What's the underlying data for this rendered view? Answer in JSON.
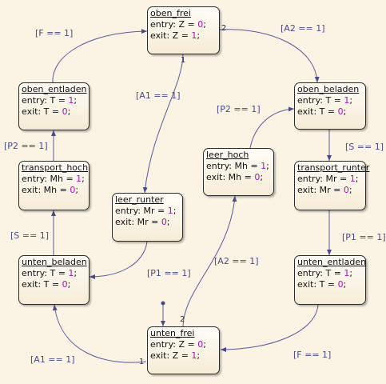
{
  "states": {
    "oben_frei": {
      "name": "oben_frei",
      "entry_pre": "entry: Z = ",
      "entry_val": "0",
      "exit_pre": "exit: Z = ",
      "exit_val": "1"
    },
    "oben_beladen": {
      "name": "oben_beladen",
      "entry_pre": "entry: T = ",
      "entry_val": "1",
      "exit_pre": "exit: T = ",
      "exit_val": "0"
    },
    "oben_entladen": {
      "name": "oben_entladen",
      "entry_pre": "entry: T = ",
      "entry_val": "1",
      "exit_pre": "exit: T = ",
      "exit_val": "0"
    },
    "transport_hoch": {
      "name": "transport_hoch",
      "entry_pre": "entry: Mh = ",
      "entry_val": "1",
      "exit_pre": "exit: Mh = ",
      "exit_val": "0"
    },
    "transport_runter": {
      "name": "transport_runter",
      "entry_pre": "entry: Mr = ",
      "entry_val": "1",
      "exit_pre": "exit: Mr = ",
      "exit_val": "0"
    },
    "leer_hoch": {
      "name": "leer_hoch",
      "entry_pre": "entry: Mh = ",
      "entry_val": "1",
      "exit_pre": "exit: Mh = ",
      "exit_val": "0"
    },
    "leer_runter": {
      "name": "leer_runter",
      "entry_pre": "entry: Mr = ",
      "entry_val": "1",
      "exit_pre": "exit: Mr = ",
      "exit_val": "0"
    },
    "unten_beladen": {
      "name": "unten_beladen",
      "entry_pre": "entry: T = ",
      "entry_val": "1",
      "exit_pre": "exit: T = ",
      "exit_val": "0"
    },
    "unten_entladen": {
      "name": "unten_entladen",
      "entry_pre": "entry: T = ",
      "entry_val": "1",
      "exit_pre": "exit: T = ",
      "exit_val": "0"
    },
    "unten_frei": {
      "name": "unten_frei",
      "entry_pre": "entry: Z = ",
      "entry_val": "0",
      "exit_pre": "exit: Z = ",
      "exit_val": "1"
    }
  },
  "separator": ";",
  "transitions": {
    "F_top": "[F == 1]",
    "A2_top": "[A2 == 1]",
    "A1_mid": "[A1 == 1]",
    "P2_right": "[P2 == 1]",
    "P2_left": "[P2 == 1]",
    "S_right": "[S == 1]",
    "S_left": "[S == 1]",
    "P1_right": "[P1 == 1]",
    "P1_mid": "[P1 == 1]",
    "A2_mid": "[A2 == 1]",
    "A1_bottom": "[A1 == 1]",
    "F_bottom": "[F == 1]"
  },
  "ports": {
    "oben_frei_right": "2",
    "oben_frei_bottom": "1",
    "unten_frei_top": "2",
    "unten_frei_left": "1"
  },
  "colors": {
    "background": "#fbf3e3",
    "wire": "#5a5a9a",
    "value": "#b010b0",
    "label": "#4a4a8a"
  }
}
